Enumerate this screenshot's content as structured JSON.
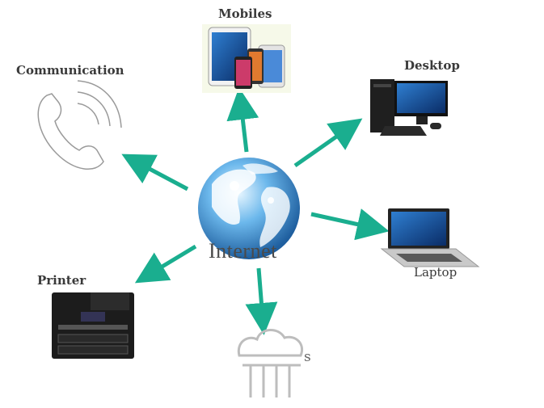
{
  "center": {
    "label": "Internet"
  },
  "nodes": {
    "mobiles": {
      "label": "Mobiles"
    },
    "communication": {
      "label": "Communication"
    },
    "desktop": {
      "label": "Desktop"
    },
    "laptop": {
      "label": "Laptop"
    },
    "printer": {
      "label": "Printer"
    },
    "cloud": {
      "label": "s"
    }
  },
  "colors": {
    "arrow": "#1aae8f",
    "globe_light": "#bfe6ff",
    "globe_dark": "#1f6fb5",
    "device_dark": "#1d1d1d"
  }
}
